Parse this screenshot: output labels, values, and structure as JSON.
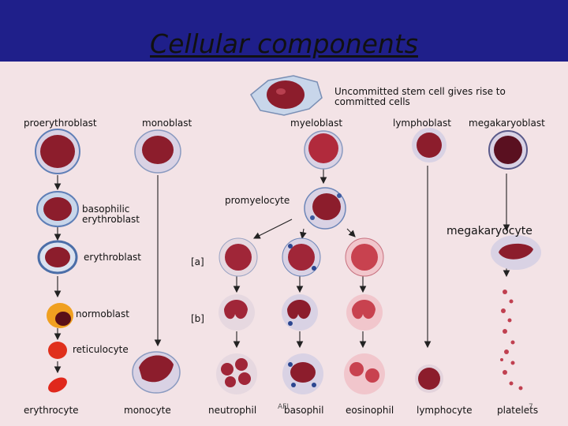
{
  "slide": {
    "title": "Cellular components",
    "footer_left": "AFI",
    "page_number": "7"
  },
  "labels": {
    "stem_cell": "Uncommitted stem cell gives rise to",
    "stem_cell_2": "committed cells",
    "proerythroblast": "proerythroblast",
    "monoblast": "monoblast",
    "myeloblast": "myeloblast",
    "lymphoblast": "lymphoblast",
    "megakaryoblast": "megakaryoblast",
    "promyelocyte": "promyelocyte",
    "basophilic_1": "basophilic",
    "basophilic_2": "erythroblast",
    "megakaryocyte": "megakaryocyte",
    "erythroblast": "erythroblast",
    "stage_a": "[a]",
    "stage_b": "[b]",
    "normoblast": "normoblast",
    "reticulocyte": "reticulocyte",
    "erythrocyte": "erythrocyte",
    "monocyte": "monocyte",
    "neutrophil": "neutrophil",
    "basophil": "basophil",
    "eosinophil": "eosinophil",
    "lymphocyte": "lymphocyte",
    "platelets": "platelets"
  },
  "colors": {
    "header": "#1f1f8a",
    "background": "#f3e3e6",
    "nucleus": "#8c1d2c",
    "cytoplasm": "#d9d2e4"
  }
}
